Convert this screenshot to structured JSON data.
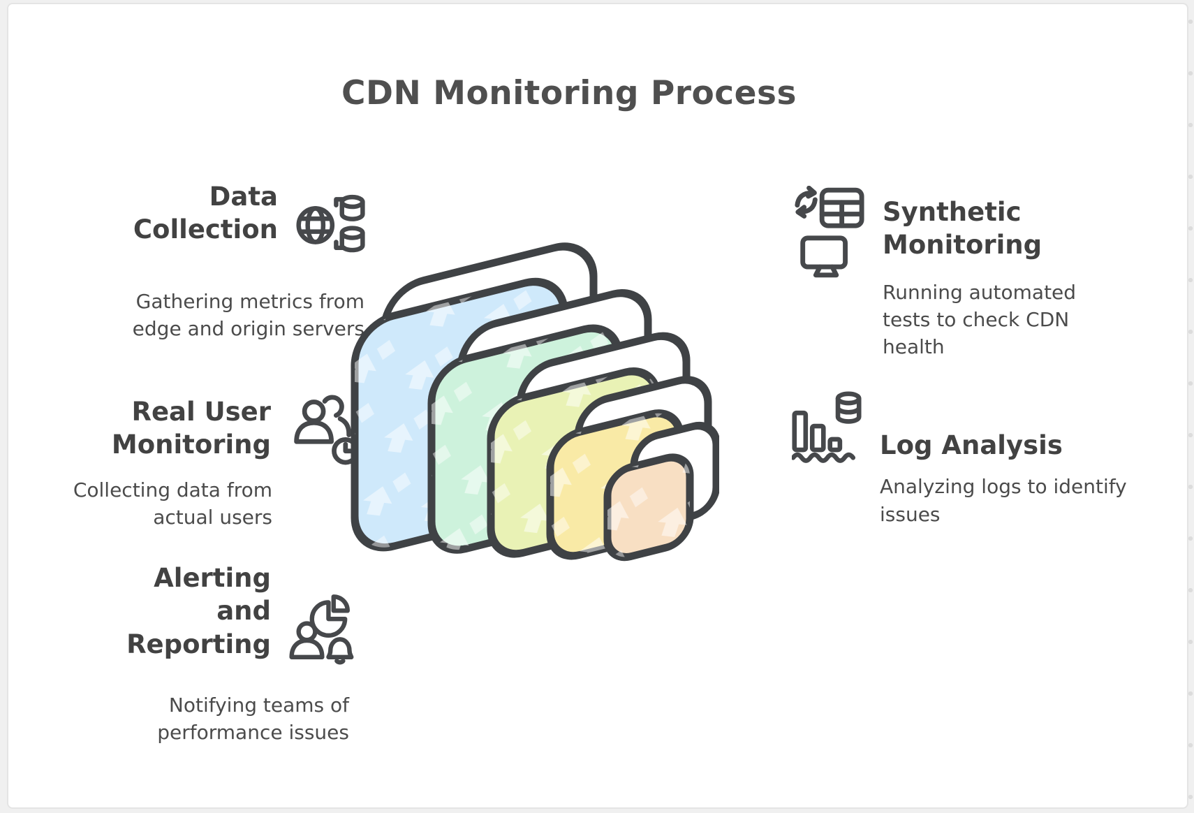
{
  "title": "CDN Monitoring Process",
  "items": [
    {
      "id": "data-collection",
      "title": "Data\nCollection",
      "description": "Gathering metrics from\nedge and origin servers",
      "icon": "globe-database-icon"
    },
    {
      "id": "real-user-monitoring",
      "title": "Real User\nMonitoring",
      "description": "Collecting data from\nactual users",
      "icon": "users-clock-icon"
    },
    {
      "id": "alerting-and-reporting",
      "title": "Alerting\nand\nReporting",
      "description": "Notifying teams of\nperformance issues",
      "icon": "pie-chart-user-bell-icon"
    },
    {
      "id": "synthetic-monitoring",
      "title": "Synthetic\nMonitoring",
      "description": "Running automated\ntests to check CDN\nhealth",
      "icon": "sync-table-monitor-icon"
    },
    {
      "id": "log-analysis",
      "title": "Log Analysis",
      "description": "Analyzing logs to identify\nissues",
      "icon": "bar-chart-database-icon"
    }
  ],
  "illustration": {
    "type": "nested-rounded-squares",
    "outline_color": "#3f4245",
    "layers": [
      {
        "name": "layer-1-largest",
        "color": "#cfe9fb"
      },
      {
        "name": "layer-2",
        "color": "#cdf2dc"
      },
      {
        "name": "layer-3",
        "color": "#e9f2b5"
      },
      {
        "name": "layer-4",
        "color": "#f9eaa6"
      },
      {
        "name": "layer-5-smallest",
        "color": "#f8dfc3"
      }
    ]
  }
}
